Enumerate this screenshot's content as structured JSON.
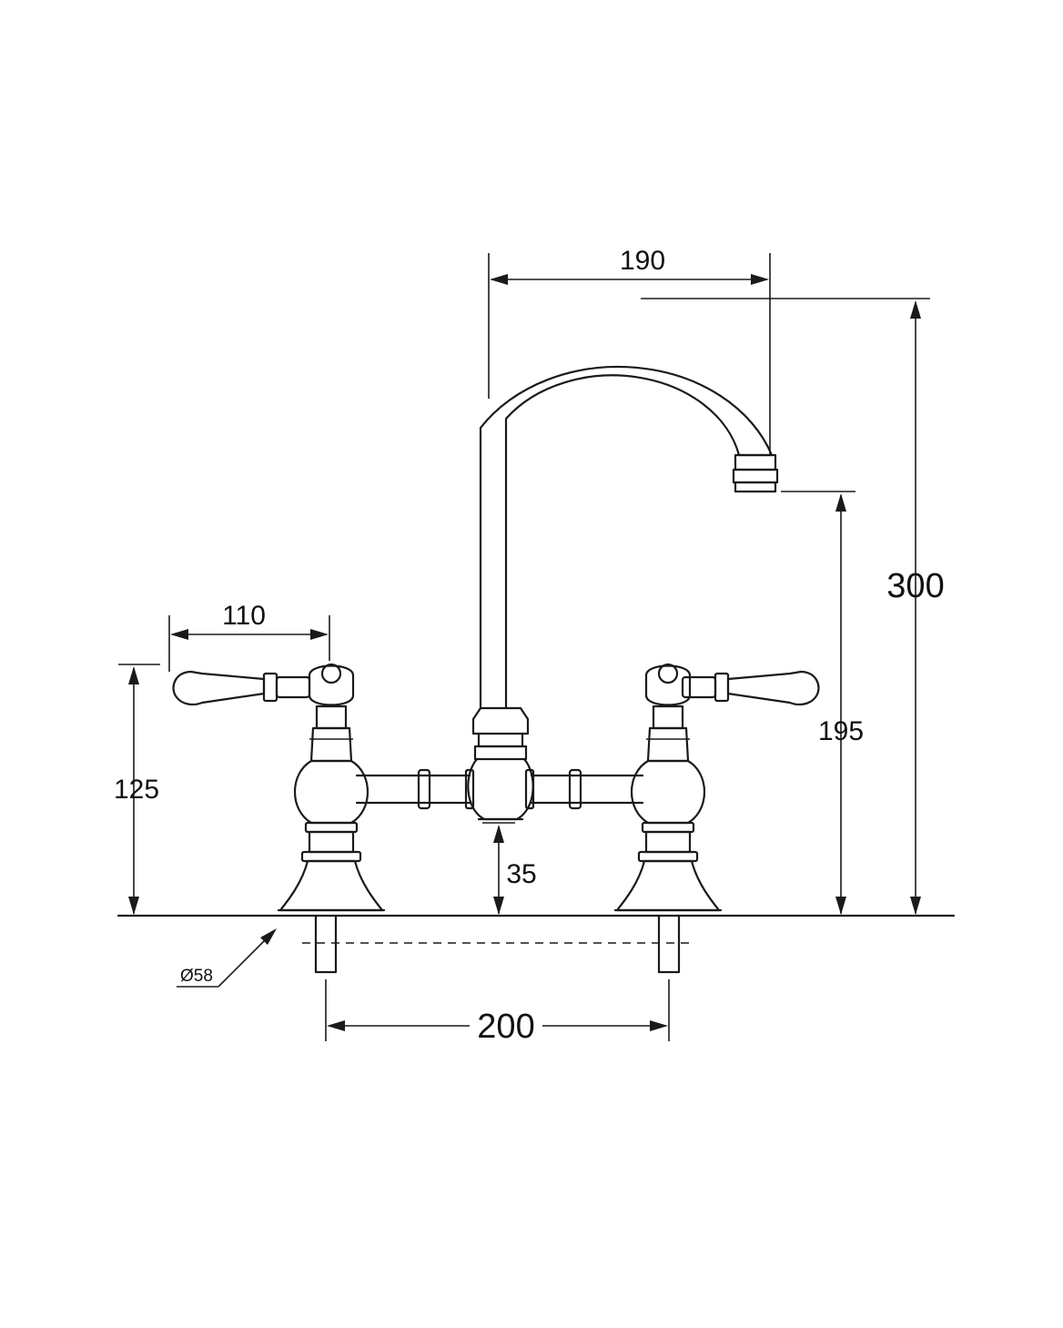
{
  "dimensions": {
    "spout_reach": "190",
    "total_height": "300",
    "spout_outlet_height": "195",
    "lever_length": "110",
    "handle_height": "125",
    "bridge_height": "35",
    "tap_centres": "200",
    "base_diameter": "Ø58"
  },
  "colors": {
    "line": "#1a1a1a",
    "background": "#ffffff"
  }
}
